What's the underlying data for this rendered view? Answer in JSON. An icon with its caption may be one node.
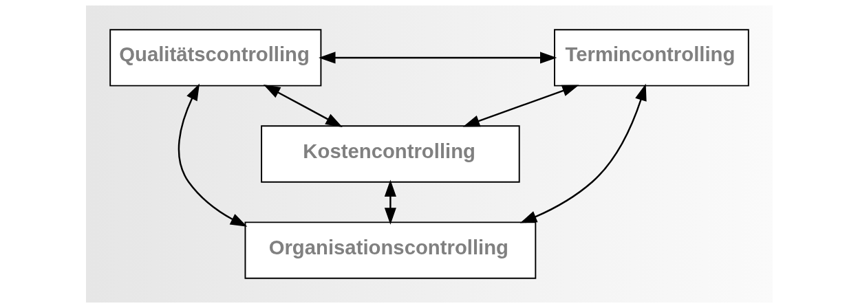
{
  "diagram": {
    "nodes": [
      {
        "text": [
          "Qualitätscontrolling"
        ]
      },
      {
        "text": [
          "Termincontrolling"
        ]
      },
      {
        "text": [
          "Kostencontrolling"
        ]
      },
      {
        "text": [
          "Organisationscontrolling"
        ]
      }
    ],
    "edges": [
      {
        "from": 0,
        "to": 1,
        "arrow": "both"
      },
      {
        "from": 0,
        "to": 2,
        "arrow": "both"
      },
      {
        "from": 1,
        "to": 2,
        "arrow": "both"
      },
      {
        "from": 2,
        "to": 3,
        "arrow": "both"
      },
      {
        "from": 0,
        "to": 3,
        "arrow": "both"
      },
      {
        "from": 1,
        "to": 3,
        "arrow": "both"
      }
    ]
  }
}
